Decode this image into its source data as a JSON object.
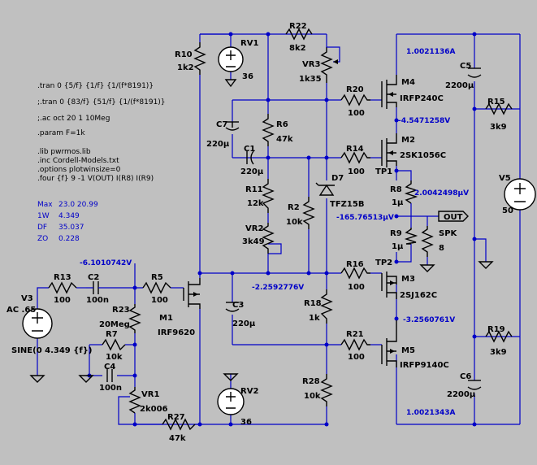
{
  "directives": {
    "tran1": ".tran 0 {5/f} {1/f} {1/(f*8191)}",
    "tran2": ";.tran 0 {83/f} {51/f} {1/(f*8191)}",
    "ac": ";.ac oct 20 1 10Meg",
    "param": ".param F=1k",
    "lib": ".lib pwrmos.lib",
    "inc": ".inc Cordell-Models.txt",
    "options": ".options plotwinsize=0",
    "four": ".four {f} 9 -1 V(OUT) I(R8) I(R9)"
  },
  "measurements": [
    {
      "label": "Max",
      "value": "23.0   20.99"
    },
    {
      "label": "1W",
      "value": "4.349"
    },
    {
      "label": "DF",
      "value": "35.037"
    },
    {
      "label": "ZO",
      "value": "0.228"
    }
  ],
  "components": {
    "R10": {
      "name": "R10",
      "value": "1k2"
    },
    "RV1": {
      "name": "RV1",
      "value": "36"
    },
    "R22": {
      "name": "R22",
      "value": "8k2"
    },
    "VR3": {
      "name": "VR3",
      "value": "1k35"
    },
    "R20": {
      "name": "R20",
      "value": "100"
    },
    "M4": {
      "name": "M4",
      "value": "IRFP240C"
    },
    "C5": {
      "name": "C5",
      "value": "2200µ"
    },
    "R15": {
      "name": "R15",
      "value": "3k9"
    },
    "C7": {
      "name": "C7",
      "value": "220µ"
    },
    "R6": {
      "name": "R6",
      "value": "47k"
    },
    "C1": {
      "name": "C1",
      "value": "220µ"
    },
    "R14": {
      "name": "R14",
      "value": "100"
    },
    "M2": {
      "name": "M2",
      "value": "2SK1056C"
    },
    "V5": {
      "name": "V5",
      "value": "50"
    },
    "D7": {
      "name": "D7",
      "value": "TFZ15B"
    },
    "R11": {
      "name": "R11",
      "value": "12k"
    },
    "R2": {
      "name": "R2",
      "value": "10k"
    },
    "R8": {
      "name": "R8",
      "value": "1µ"
    },
    "VR2": {
      "name": "VR2",
      "value": "3k49"
    },
    "R9": {
      "name": "R9",
      "value": "1µ"
    },
    "SPK": {
      "name": "SPK",
      "value": "8"
    },
    "R13": {
      "name": "R13",
      "value": "100"
    },
    "C2": {
      "name": "C2",
      "value": "100n"
    },
    "R5": {
      "name": "R5",
      "value": "100"
    },
    "R16": {
      "name": "R16",
      "value": "100"
    },
    "M3": {
      "name": "M3",
      "value": "2SJ162C"
    },
    "V3": {
      "name": "V3",
      "value": "AC .65",
      "extra": "SINE(0 4.349 {f})"
    },
    "R23": {
      "name": "R23",
      "value": "20Meg"
    },
    "M1": {
      "name": "M1",
      "value": "IRF9620"
    },
    "C3": {
      "name": "C3",
      "value": "220µ"
    },
    "R18": {
      "name": "R18",
      "value": "1k"
    },
    "R7": {
      "name": "R7",
      "value": "10k"
    },
    "R19": {
      "name": "R19",
      "value": "3k9"
    },
    "R21": {
      "name": "R21",
      "value": "100"
    },
    "M5": {
      "name": "M5",
      "value": "IRFP9140C"
    },
    "C4": {
      "name": "C4",
      "value": "100n"
    },
    "VR1": {
      "name": "VR1",
      "value": "2k006"
    },
    "RV2": {
      "name": "RV2",
      "value": "36"
    },
    "R28": {
      "name": "R28",
      "value": "10k"
    },
    "C6": {
      "name": "C6",
      "value": "2200µ"
    },
    "R27": {
      "name": "R27",
      "value": "47k"
    }
  },
  "probes": {
    "i_top": "1.0021136A",
    "v_m4s": "-4.5471258V",
    "v_r8": "2.0042498µV",
    "v_out": "-165.76513µV",
    "v_m3d": "-3.2560761V",
    "v_r16": "-2.2592776V",
    "v_in": "-6.1010742V",
    "i_bot": "1.0021343A"
  },
  "nets": {
    "tp1": "TP1",
    "tp2": "TP2",
    "out": "OUT"
  }
}
